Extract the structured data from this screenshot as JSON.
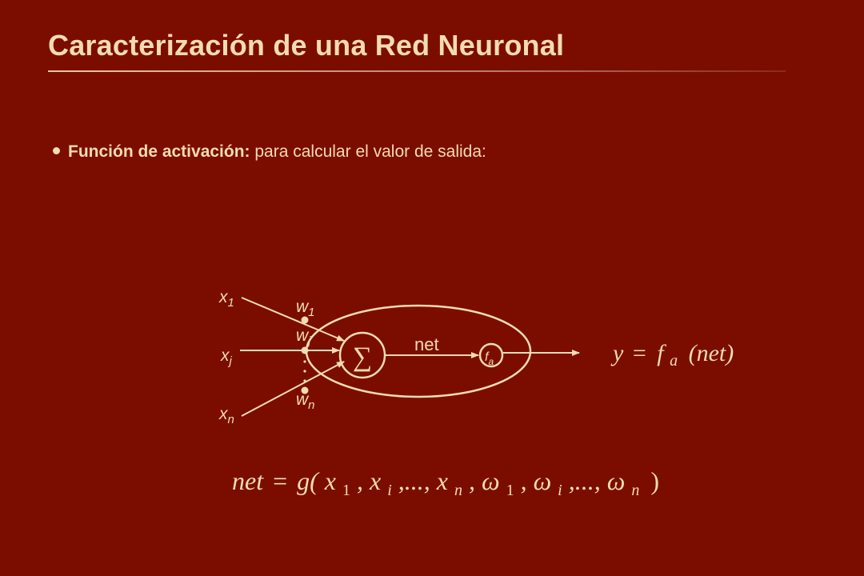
{
  "slide": {
    "title": "Caracterización de una Red Neuronal",
    "bullet": {
      "bold": "Función de activación:",
      "rest": " para calcular el valor de salida:"
    }
  },
  "diagram": {
    "inputs": {
      "x1": {
        "base": "x",
        "sub": "1"
      },
      "xj": {
        "base": "x",
        "sub": "j"
      },
      "xn": {
        "base": "x",
        "sub": "n"
      }
    },
    "weights": {
      "w1": {
        "base": "w",
        "sub": "1"
      },
      "wj": {
        "base": "w",
        "sub": "j"
      },
      "wn": {
        "base": "w",
        "sub": "n"
      }
    },
    "sum_symbol": "∑",
    "net_label": "net",
    "activation": {
      "base": "f",
      "sub": "a"
    },
    "output_formula": {
      "y": "y",
      "equals": "=",
      "f": "f",
      "f_sub": "a",
      "arg": "(net)"
    },
    "net_formula": {
      "lhs": "net",
      "equals": "=",
      "g": "g(",
      "x": "x",
      "sub_1": "1",
      "sep1": ",",
      "sub_i": "i",
      "dots1": ",...,",
      "sub_n": "n",
      "sep2": ",",
      "omega": "ω",
      "sep3": ",",
      "dots2": ",...,",
      "close": ")"
    }
  }
}
